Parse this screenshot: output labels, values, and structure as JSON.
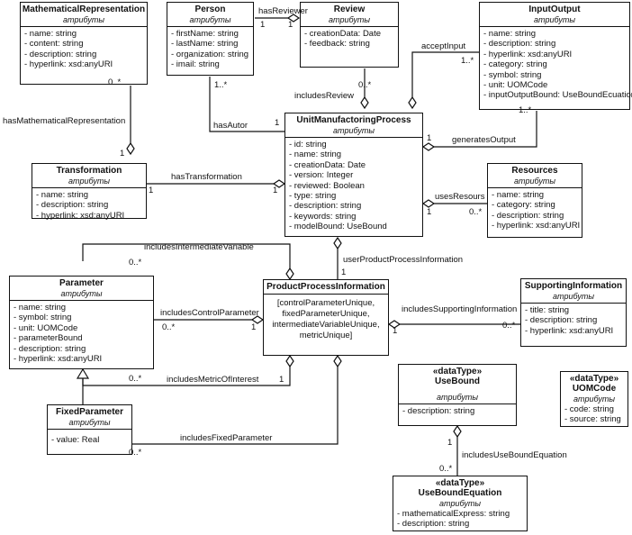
{
  "classes": {
    "mathrep": {
      "name": "MathematicalRepresentation",
      "section": "атрибуты",
      "attributes": [
        "- name: string",
        "- content: string",
        "- description: string",
        "- hyperlink: xsd:anyURI"
      ]
    },
    "person": {
      "name": "Person",
      "section": "атрибуты",
      "attributes": [
        "- firstName: string",
        "- lastName: string",
        "- organization: string",
        "- imail: string"
      ]
    },
    "review": {
      "name": "Review",
      "section": "атрибуты",
      "attributes": [
        "- creationData: Date",
        "- feedback: string"
      ]
    },
    "inputoutput": {
      "name": "InputOutput",
      "section": "атрибуты",
      "attributes": [
        "- name: string",
        "- description: string",
        "- hyperlink: xsd:anyURI",
        "- category: string",
        "- symbol: string",
        "- unit: UOMCode",
        "- inputOutputBound: UseBoundEcuation"
      ]
    },
    "transformation": {
      "name": "Transformation",
      "section": "атрибуты",
      "attributes": [
        "- name: string",
        "- description: string",
        "- hyperlink: xsd:anyURI"
      ]
    },
    "ump": {
      "name": "UnitManufactoringProcess",
      "section": "атрибуты",
      "attributes": [
        "- id: string",
        "- name: string",
        "- creationData: Date",
        "- version: Integer",
        "- reviewed: Boolean",
        "- type: string",
        "- description: string",
        "- keywords: string",
        "- modelBound: UseBound"
      ]
    },
    "resources": {
      "name": "Resources",
      "section": "атрибуты",
      "attributes": [
        "- name: string",
        "- category: string",
        "- description: string",
        "- hyperlink: xsd:anyURI"
      ]
    },
    "parameter": {
      "name": "Parameter",
      "section": "атрибуты",
      "attributes": [
        "- name: string",
        "- symbol: string",
        "- unit: UOMCode",
        "- parameterBound",
        "- description: string",
        "- hyperlink: xsd:anyURI"
      ]
    },
    "ppi": {
      "name": "ProductProcessInformation",
      "params": [
        "[controlParameterUnique,",
        "fixedParameterUnique,",
        "intermediateVariableUnique,",
        "metricUnique]"
      ]
    },
    "supporting": {
      "name": "SupportingInformation",
      "section": "атрибуты",
      "attributes": [
        "- title: string",
        "- description: string",
        "- hyperlink: xsd:anyURI"
      ]
    },
    "fixedparam": {
      "name": "FixedParameter",
      "section": "атрибуты",
      "attributes": [
        "- value: Real"
      ]
    },
    "usebound": {
      "stereotype": "«dataType»",
      "name": "UseBound",
      "section": "атрибуты",
      "attributes": [
        "- description: string"
      ]
    },
    "uomcode": {
      "stereotype": "«dataType»",
      "name": "UOMCode",
      "section": "атрибуты",
      "attributes": [
        "- code: string",
        "- source: string"
      ]
    },
    "usebound_eq": {
      "stereotype": "«dataType»",
      "name": "UseBoundEquation",
      "section": "атрибуты",
      "attributes": [
        "- mathematicalExpress: string",
        "- description: string"
      ]
    }
  },
  "associations": {
    "hasReviewer": "hasReviewer",
    "acceptInput": "acceptInput",
    "includesReview": "includesReview",
    "hasMathematicalRepresentation": "hasMathematicalRepresentation",
    "hasAutor": "hasAutor",
    "generatesOutput": "generatesOutput",
    "hasTransformation": "hasTransformation",
    "usesResours": "usesResours",
    "userProductProcessInformation": "userProductProcessInformation",
    "includesIntermediateVariable": "includesIntermediateVariable",
    "includesControlParameter": "includesControlParameter",
    "includesSupportingInformation": "includesSupportingInformation",
    "includesMetricOfInterest": "includesMetricOfInterest",
    "includesFixedParameter": "includesFixedParameter",
    "includesUseBoundEquation": "includesUseBoundEquation"
  },
  "multiplicities": {
    "person_hasReviewer": "1",
    "review_hasReviewer": "1",
    "inputoutput_acceptInput": "1..*",
    "mathrep_hasMath": "0..*",
    "person_hasAutor": "1..*",
    "review_includesReview": "0..*",
    "inputoutput_generatesOutput": "1..*",
    "ump_hasAutor": "1",
    "ump_generatesOutput": "1",
    "transformation_hasMath": "1",
    "transformation_hasTransformation": "1",
    "ump_hasTransformation": "1",
    "ump_usesResours": "1",
    "resources_usesResours": "0..*",
    "ump_userPPI": "1",
    "parameter_intermediate": "0..*",
    "parameter_control": "0..*",
    "ppi_control": "1",
    "ppi_supporting": "1",
    "supporting_supporting": "0..*",
    "parameter_metric": "0..*",
    "ppi_metric": "1",
    "fixedparam_fixed": "0..*",
    "usebound_eq_one": "1",
    "usebound_eq_many": "0..*"
  }
}
